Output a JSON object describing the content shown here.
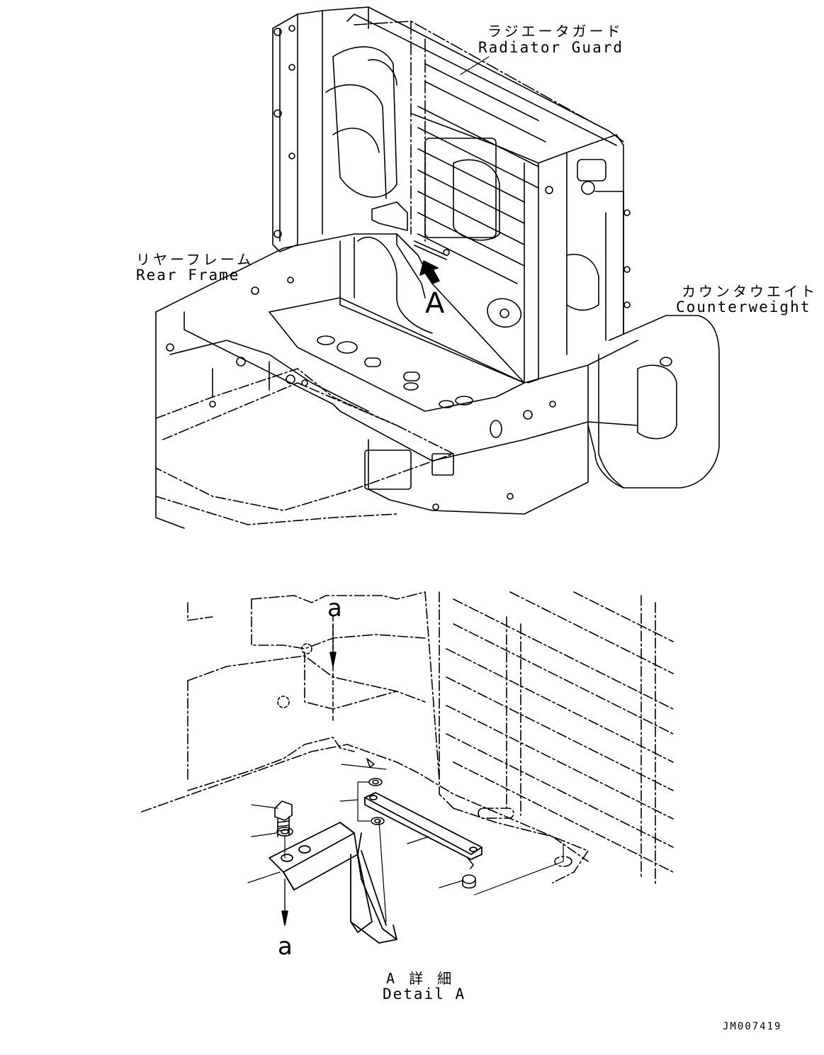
{
  "top_view": {
    "radiator_guard": {
      "jp": "ラジエータガード",
      "en": "Radiator Guard"
    },
    "rear_frame": {
      "jp": "リヤーフレーム",
      "en": "Rear Frame"
    },
    "counterweight": {
      "jp": "カウンタウエイト",
      "en": "Counterweight"
    },
    "view_marker": "A"
  },
  "detail_view": {
    "marker_top": "a",
    "marker_bottom": "a",
    "caption": {
      "jp": "A 詳 細",
      "en": "Detail A"
    }
  },
  "drawing_code": "JM007419",
  "colors": {
    "line": "#000000",
    "background": "#ffffff"
  }
}
